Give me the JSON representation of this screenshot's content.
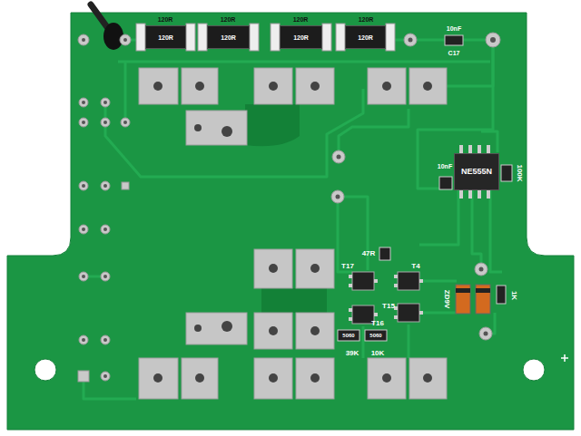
{
  "diagram": {
    "nodes": [
      {
        "text": [
          "120R"
        ]
      },
      {
        "text": [
          "120R"
        ]
      },
      {
        "text": [
          "120R"
        ]
      },
      {
        "text": [
          "120R"
        ]
      },
      {
        "text": [
          "NE555N"
        ]
      }
    ],
    "labels": [
      "120R",
      "120R",
      "120R",
      "120R",
      "10nF",
      "C17",
      "10nF",
      "100K",
      "47R",
      "T17",
      "T4",
      "T15",
      "T16",
      "5060",
      "5060",
      "39K",
      "10K",
      "ZD9V",
      "1K"
    ]
  }
}
